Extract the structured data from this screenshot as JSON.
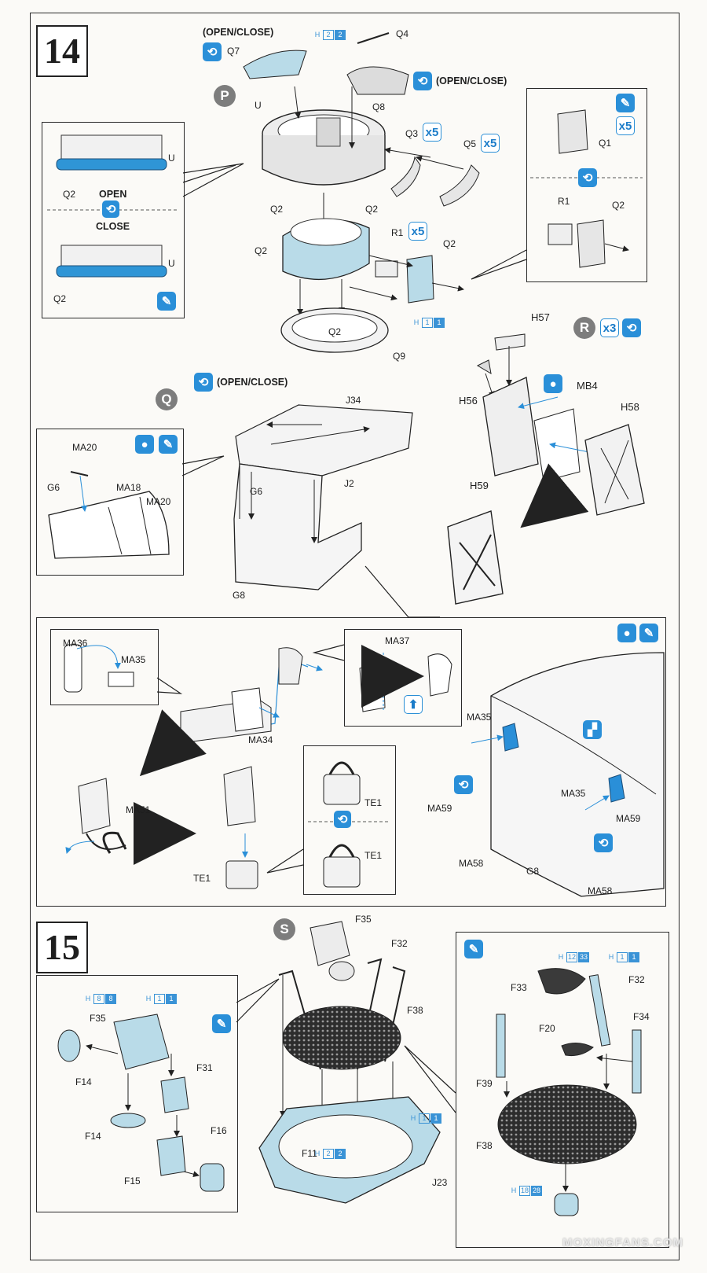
{
  "steps": {
    "step14": "14",
    "step15": "15"
  },
  "circle_labels": {
    "p": "P",
    "q": "Q",
    "r": "R",
    "s": "S"
  },
  "notes": {
    "open_close": "(OPEN/CLOSE)",
    "open": "OPEN",
    "close": "CLOSE"
  },
  "icons": {
    "x5": "x5",
    "x3": "x3",
    "flip": "flip-view-icon",
    "paint": "paint-icon",
    "glue": "glue-icon",
    "photoetch": "photo-etch-icon",
    "arrow_up": "arrow-up-icon"
  },
  "tags": {
    "h22": [
      "H",
      "2",
      "2"
    ],
    "h11": [
      "H",
      "1",
      "1"
    ],
    "h1233": [
      "H",
      "12",
      "33"
    ],
    "h88": [
      "H",
      "8",
      "8"
    ],
    "h1828": [
      "H",
      "18",
      "28"
    ]
  },
  "parts": {
    "q4": "Q4",
    "q7": "Q7",
    "q8": "Q8",
    "u": "U",
    "q3": "Q3",
    "q5": "Q5",
    "q1": "Q1",
    "r1": "R1",
    "q2": "Q2",
    "q9": "Q9",
    "h57": "H57",
    "h56": "H56",
    "mb4": "MB4",
    "h58": "H58",
    "h59": "H59",
    "j34": "J34",
    "g6": "G6",
    "j2": "J2",
    "g8": "G8",
    "ma20": "MA20",
    "ma18": "MA18",
    "ma36": "MA36",
    "ma35": "MA35",
    "ma37": "MA37",
    "ma34": "MA34",
    "ma51": "MA51",
    "te1": "TE1",
    "ma59": "MA59",
    "ma58": "MA58",
    "f35": "F35",
    "f32": "F32",
    "f38": "F38",
    "f11": "F11",
    "j23": "J23",
    "f14": "F14",
    "f31": "F31",
    "f16": "F16",
    "f15": "F15",
    "f33": "F33",
    "f20": "F20",
    "f34": "F34",
    "f39": "F39"
  },
  "watermark": "MOXINGFANS.COM",
  "colors": {
    "accent": "#2a8fd8",
    "part_blue": "#b9dbe8",
    "grid": "#3a3a3a"
  }
}
